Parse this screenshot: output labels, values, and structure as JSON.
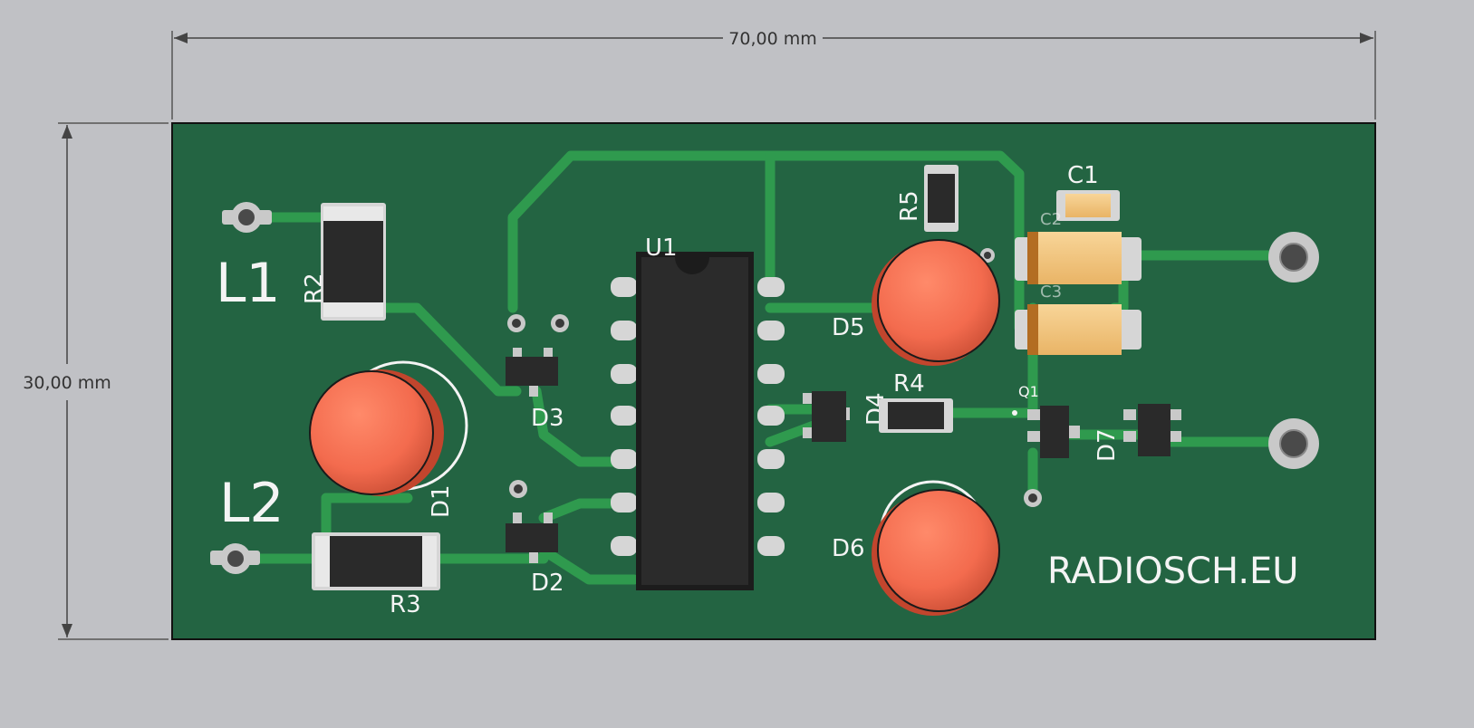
{
  "dimensions": {
    "width": "70,00 mm",
    "height": "30,00 mm"
  },
  "silkscreen": {
    "brand": "RADIOSCH.EU",
    "inputs": {
      "l1": "L1",
      "l2": "L2"
    },
    "components": {
      "u1": "U1",
      "r2": "R2",
      "r3": "R3",
      "r4": "R4",
      "r5": "R5",
      "d1": "D1",
      "d2": "D2",
      "d3": "D3",
      "d4": "D4",
      "d5": "D5",
      "d6": "D6",
      "d7": "D7",
      "q1": "Q1",
      "c1": "C1",
      "c2": "C2",
      "c3": "C3"
    }
  },
  "colors": {
    "background": "#c0c1c5",
    "board": "#236442",
    "trace": "#2f9a4e",
    "pad": "#c9c9c9",
    "led": "#f36b4e",
    "ic_body": "#2b2b2b",
    "cap_body": "#f3c27a",
    "silkscreen": "#f4f4f4"
  }
}
